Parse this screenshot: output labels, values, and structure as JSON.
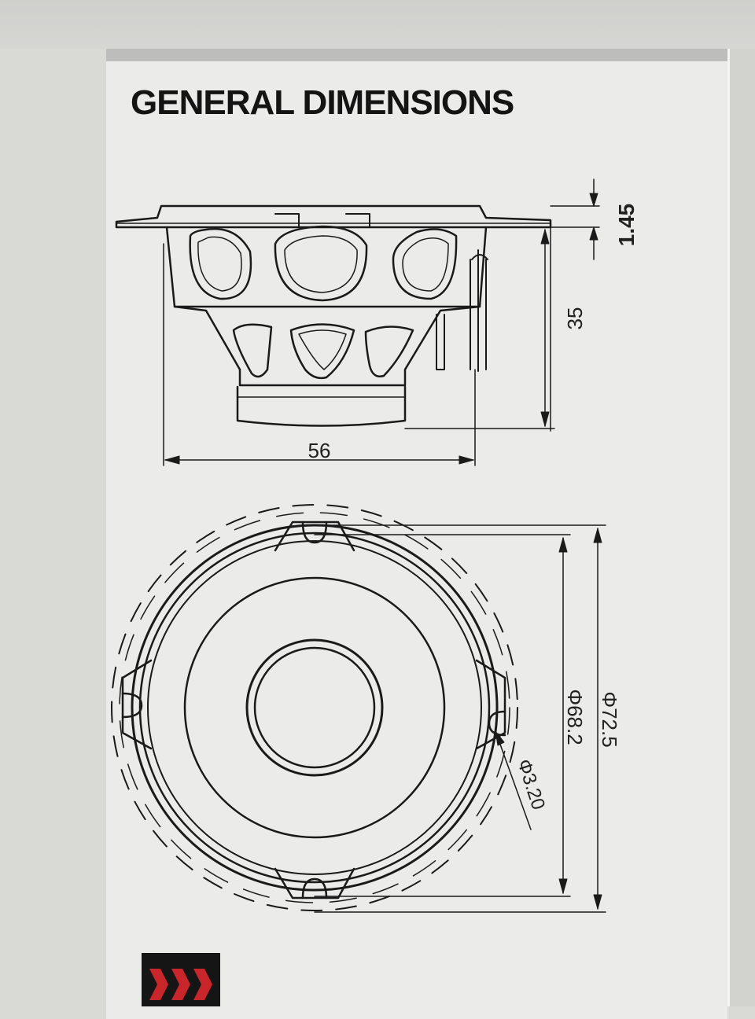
{
  "title": "GENERAL DIMENSIONS",
  "side_view": {
    "width_label": "56",
    "height_label": "35",
    "flange_label": "1.45"
  },
  "top_view": {
    "outer_diameter_label": "Φ72.5",
    "inner_diameter_label": "Φ68.2",
    "hole_diameter_label": "Φ3.20"
  },
  "colors": {
    "line": "#1a1a1a",
    "paper": "#ebebea",
    "logo_red": "#c8262b"
  },
  "logo": {
    "icon": "brand-logo-chevrons"
  }
}
